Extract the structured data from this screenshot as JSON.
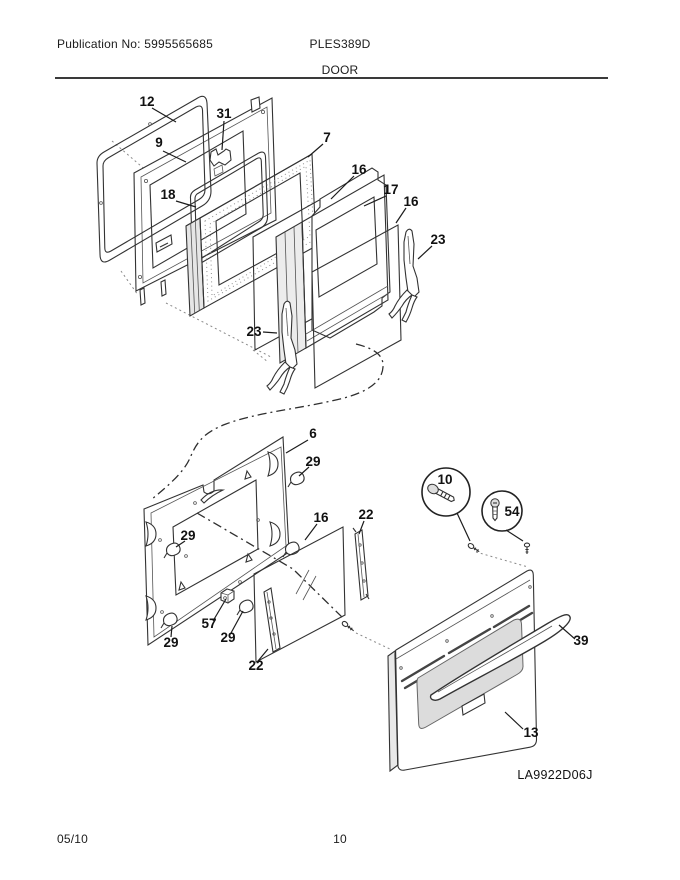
{
  "header": {
    "publication": "Publication No: 5995565685",
    "model": "PLES389D",
    "title": "DOOR"
  },
  "footer": {
    "date": "05/10",
    "page": "10"
  },
  "diagram": {
    "code": "LA9922D06J",
    "parts": {
      "p12": "12",
      "p31": "31",
      "p9": "9",
      "p18": "18",
      "p7": "7",
      "p16a": "16",
      "p17": "17",
      "p16b": "16",
      "p23r": "23",
      "p23l": "23",
      "p6": "6",
      "p29a": "29",
      "p16c": "16",
      "p22a": "22",
      "p29b": "29",
      "p10": "10",
      "p54": "54",
      "p57": "57",
      "p29c": "29",
      "p29d": "29",
      "p22b": "22",
      "p39": "39",
      "p13": "13"
    }
  }
}
